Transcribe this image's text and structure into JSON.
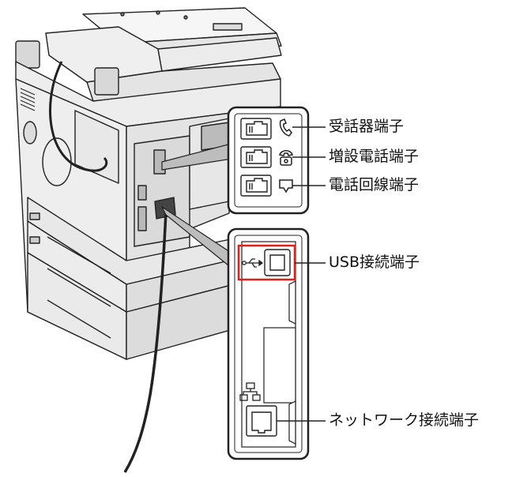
{
  "labels": {
    "handset_port": "受話器端子",
    "extension_phone_port": "増設電話端子",
    "phone_line_port": "電話回線端子",
    "usb_port": "USB接続端子",
    "network_port": "ネットワーク接続端子"
  },
  "colors": {
    "line": "#222222",
    "device_fill": "#f2f2f2",
    "device_shade": "#d9d9d9",
    "device_dark": "#9a9a9a",
    "highlight": "#e0201b",
    "callout_shade": "#bdbdbd"
  }
}
